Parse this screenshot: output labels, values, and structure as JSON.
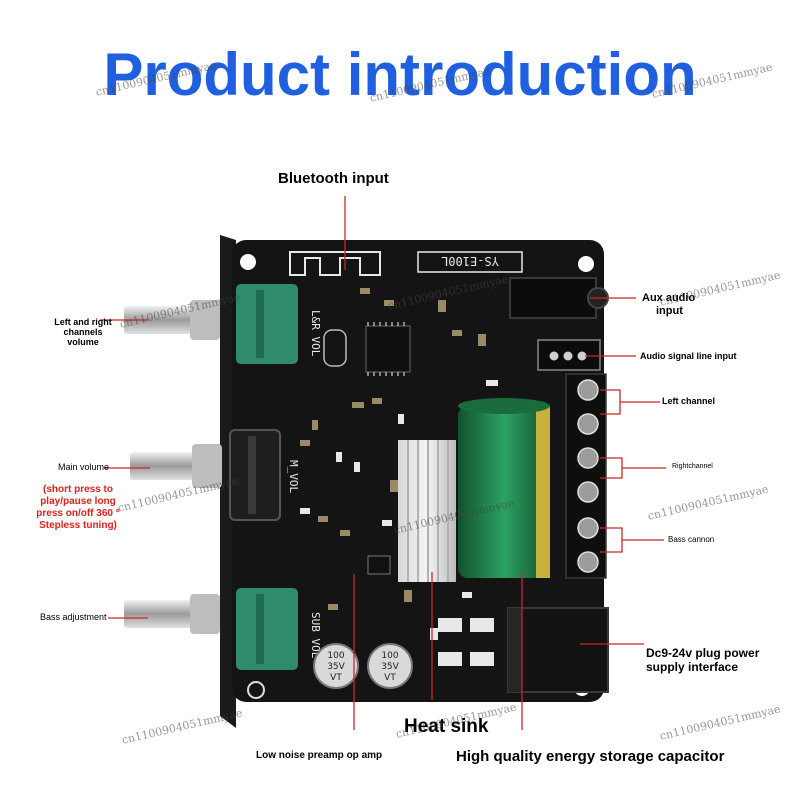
{
  "title": "Product introduction",
  "board": {
    "model": "YS-E100L",
    "knob_labels": [
      "L&R VOL",
      "M_VOL",
      "SUB VOL"
    ],
    "cap_labels": [
      "100\n35V\nVT",
      "100\n35V\nVT"
    ],
    "cap_label_a": "100",
    "cap_label_b": "35V",
    "cap_label_c": "VT"
  },
  "labels": {
    "bluetooth": "Bluetooth input",
    "left_right_volume": "Left and right\nchannels\nvolume",
    "lr_line1": "Left and right",
    "lr_line2": "channels",
    "lr_line3": "volume",
    "main_volume": "Main volume",
    "main_note_line1": "(short press to",
    "main_note_line2": "play/pause long",
    "main_note_line3": "press on/off 360 °",
    "main_note_line4": "Stepless tuning)",
    "bass_adjustment": "Bass adjustment",
    "aux_line1": "Aux audio",
    "aux_line2": "input",
    "audio_signal": "Audio signal line input",
    "left_channel": "Left channel",
    "right_channel": "Rightchannel",
    "bass_cannon": "Bass cannon",
    "dc_line1": "Dc9-24v plug power",
    "dc_line2": "supply interface",
    "heat_sink": "Heat sink",
    "preamp": "Low noise preamp op amp",
    "capacitor": "High quality energy storage capacitor"
  },
  "watermark": "cn1100904051mmyae",
  "colors": {
    "title": "#1f5fe0",
    "pointer": "#c62828",
    "board": "#141414",
    "potentiometer": "#2f8a6e",
    "capacitor": "#1f7a4a"
  }
}
